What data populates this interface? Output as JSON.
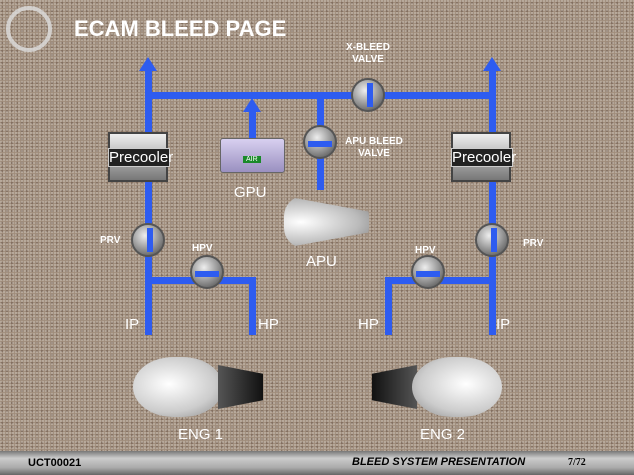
{
  "title": "ECAM BLEED PAGE",
  "labels": {
    "xbleed": "X-BLEED VALVE",
    "apu_bleed": "APU BLEED VALVE",
    "prv_left": "PRV",
    "prv_right": "PRV",
    "hpv_left": "HPV",
    "hpv_right": "HPV",
    "gpu": "GPU",
    "apu": "APU",
    "ip_left": "IP",
    "hp_left": "HP",
    "hp_right": "HP",
    "ip_right": "IP",
    "eng1": "ENG 1",
    "eng2": "ENG 2",
    "precooler_left": "Precooler",
    "precooler_right": "Precooler",
    "gpu_sign": "AIR"
  },
  "footer": {
    "code": "UCT00021",
    "presentation": "BLEED SYSTEM PRESENTATION",
    "page": "7/72"
  },
  "colors": {
    "pipe": "#2e5cf0"
  }
}
